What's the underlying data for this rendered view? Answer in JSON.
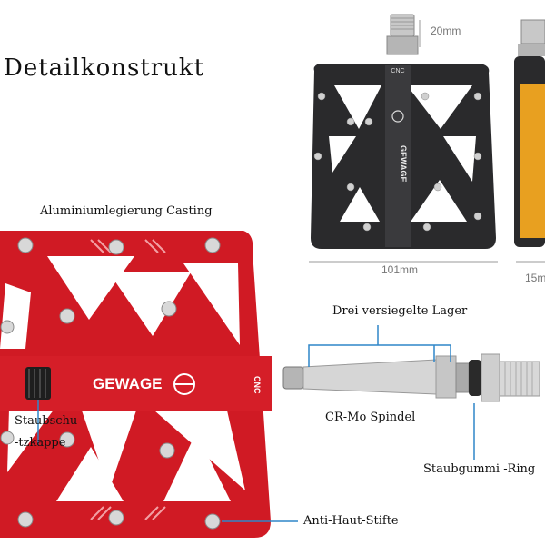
{
  "title": "Detailkonstrukt",
  "labels": {
    "casting": "Aluminiumlegierung Casting",
    "bearings": "Drei versiegelte Lager",
    "spindle": "CR-Mo Spindel",
    "dust_cap_1": "Staubschu",
    "dust_cap_2": "-tzkappe",
    "dust_ring": "Staubgummi -Ring",
    "pins": "Anti-Haut-Stifte"
  },
  "dimensions": {
    "axle": "20mm",
    "width": "101mm",
    "depth": "15m"
  },
  "brand": {
    "name": "GEWAGE",
    "cnc": "CNC"
  },
  "colors": {
    "red_pedal": "#d01a24",
    "black_pedal": "#2a2a2c",
    "leader_line": "#2f86c8",
    "reflector": "#e8a020"
  }
}
